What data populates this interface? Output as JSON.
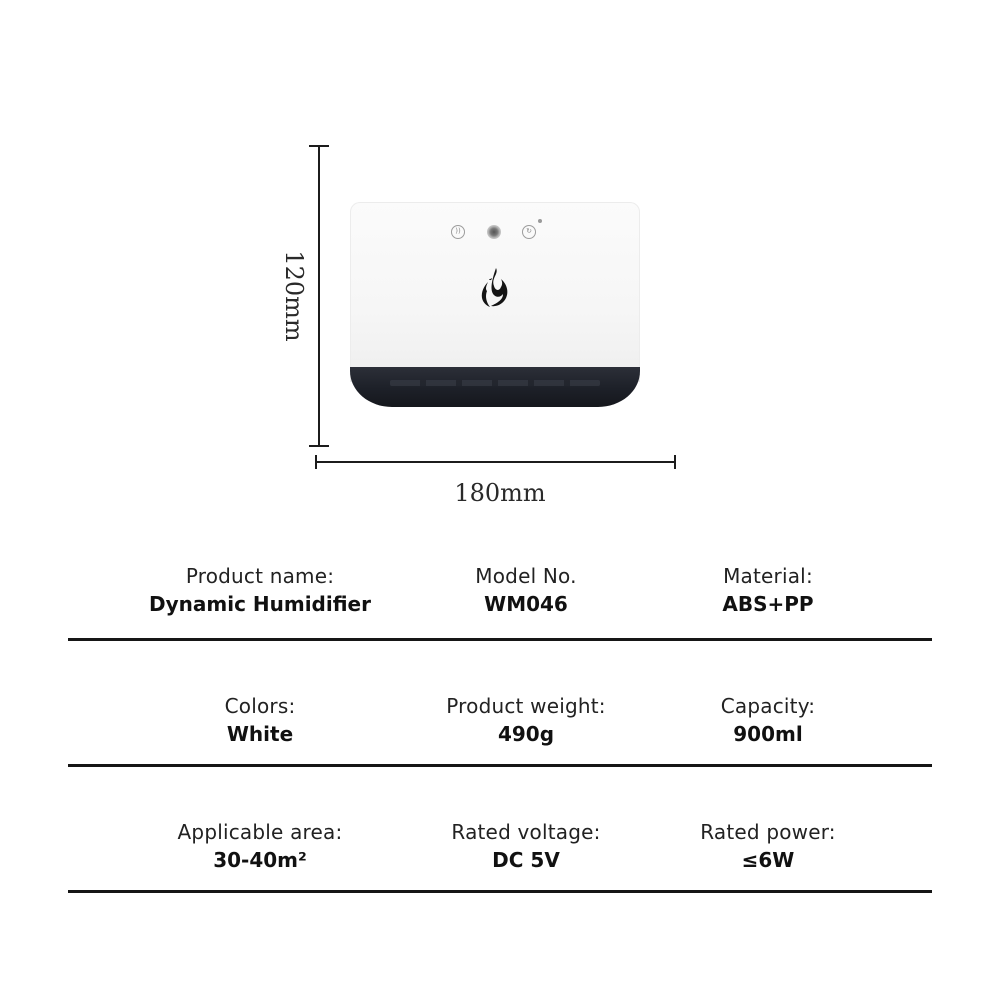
{
  "dimensions": {
    "height_label": "120mm",
    "width_label": "180mm"
  },
  "product_image": {
    "buttons": [
      {
        "name": "mist-button",
        "glyph": "))"
      },
      {
        "name": "light-button",
        "glyph": ""
      },
      {
        "name": "cycle-button",
        "glyph": "↻"
      }
    ],
    "center_icon": "flame-icon",
    "body_color": "#f7f7f7",
    "base_color": "#1d2028"
  },
  "specs": {
    "rows": [
      [
        {
          "label": "Product name:",
          "value": "Dynamic Humidifier"
        },
        {
          "label": "Model No.",
          "value": "WM046"
        },
        {
          "label": "Material:",
          "value": "ABS+PP"
        }
      ],
      [
        {
          "label": "Colors:",
          "value": "White"
        },
        {
          "label": "Product weight:",
          "value": "490g"
        },
        {
          "label": "Capacity:",
          "value": "900ml"
        }
      ],
      [
        {
          "label": "Applicable area:",
          "value": "30-40m²"
        },
        {
          "label": "Rated voltage:",
          "value": "DC 5V"
        },
        {
          "label": "Rated power:",
          "value": "≤6W"
        }
      ]
    ]
  }
}
